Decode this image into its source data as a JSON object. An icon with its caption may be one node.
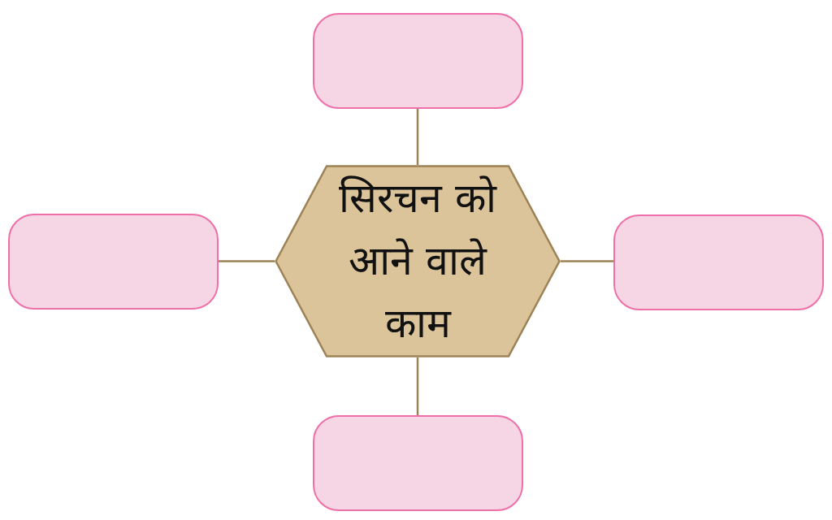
{
  "diagram": {
    "nodes": [
      {
        "text": [],
        "shape": "box"
      },
      {
        "text": [],
        "shape": "box"
      },
      {
        "text": [
          "सिरचन को आने वाले काम"
        ]
      },
      {
        "text": [],
        "shape": "box"
      },
      {
        "text": [],
        "shape": "box"
      }
    ],
    "edges": [
      {
        "from": 2,
        "to": 0,
        "arrow": "none"
      },
      {
        "from": 2,
        "to": 1,
        "arrow": "none"
      },
      {
        "from": 2,
        "to": 3,
        "arrow": "none"
      },
      {
        "from": 2,
        "to": 4,
        "arrow": "none"
      }
    ]
  }
}
